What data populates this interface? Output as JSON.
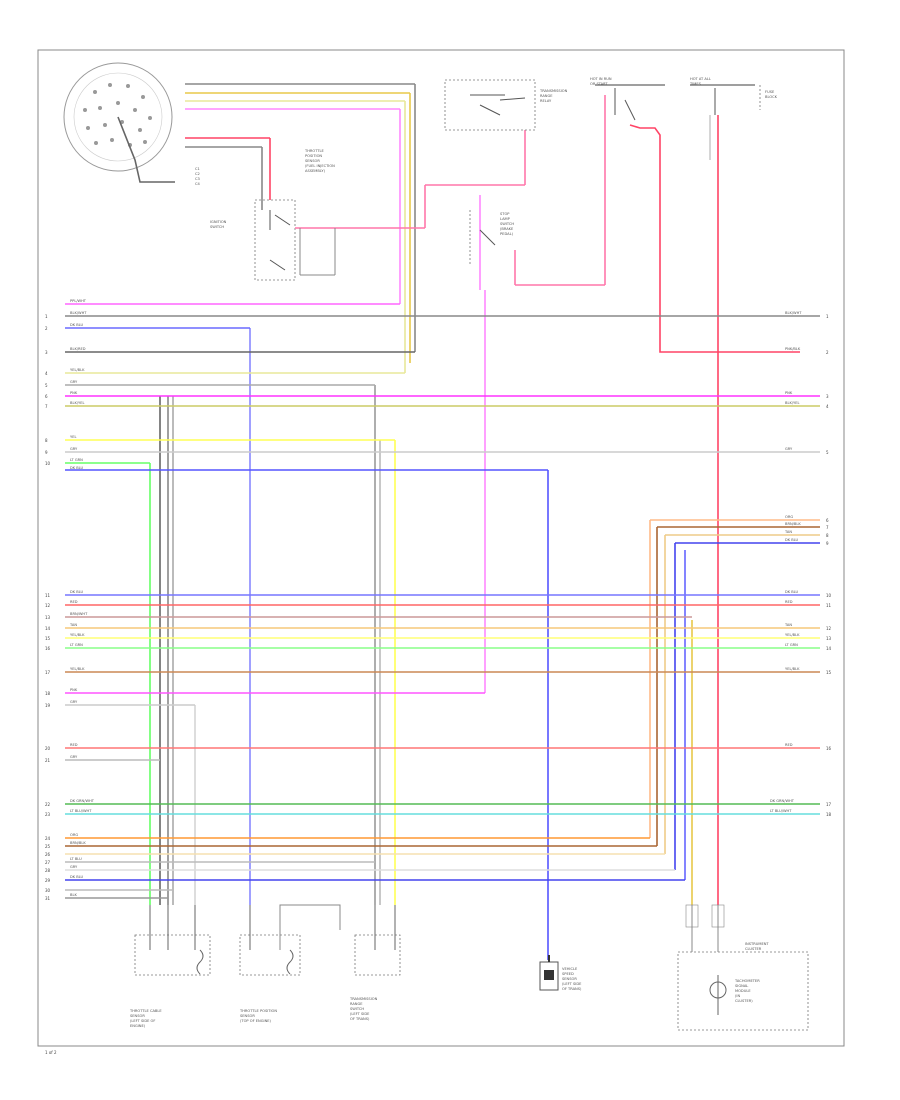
{
  "components": [
    {
      "key": "pcm_connector",
      "name": "PCM connector (round)",
      "lines": [
        "C1",
        "C2",
        "C3",
        "C4"
      ]
    },
    {
      "key": "ignition_switch",
      "lines": [
        "IGNITION",
        "SWITCH"
      ]
    },
    {
      "key": "fuse_left",
      "lines": [
        "HOT IN RUN",
        "OR START"
      ]
    },
    {
      "key": "fuse_right",
      "lines": [
        "HOT AT ALL",
        "TIMES"
      ]
    },
    {
      "key": "fuse_block",
      "lines": [
        "FUSE",
        "BLOCK"
      ]
    },
    {
      "key": "brake_switch",
      "lines": [
        "STOP",
        "LAMP",
        "SWITCH",
        "(BRAKE",
        "PEDAL)"
      ]
    },
    {
      "key": "transmission_relay",
      "lines": [
        "TRANSMISSION",
        "RANGE",
        "RELAY"
      ]
    },
    {
      "key": "throttle_switch",
      "lines": [
        "THROTTLE",
        "POSITION",
        "SENSOR",
        "(FUEL INJECTION",
        "ASSEMBLY)"
      ]
    },
    {
      "key": "instrument_cluster",
      "lines": [
        "INSTRUMENT",
        "CLUSTER"
      ]
    },
    {
      "key": "sensor_left",
      "lines": [
        "THROTTLE CABLE",
        "SENSOR",
        "(LEFT SIDE OF",
        "ENGINE)"
      ]
    },
    {
      "key": "sensor_mid",
      "lines": [
        "THROTTLE POSITION",
        "SENSOR",
        "(TOP OF ENGINE)"
      ]
    },
    {
      "key": "sensor_right",
      "lines": [
        "TRANSMISSION",
        "RANGE",
        "SWITCH",
        "(LEFT SIDE",
        "OF TRANS)"
      ]
    },
    {
      "key": "vss",
      "lines": [
        "VEHICLE",
        "SPEED",
        "SENSOR",
        "(LEFT SIDE",
        "OF TRANS)"
      ]
    },
    {
      "key": "tach_module",
      "lines": [
        "TACHOMETER",
        "SIGNAL",
        "MODULE",
        "(IN",
        "CLUSTER)"
      ]
    }
  ],
  "wires_left": [
    {
      "label": "PPL/WHT",
      "color": "#ff66ff"
    },
    {
      "label": "BLK/WHT",
      "color": "#888888"
    },
    {
      "label": "DK BLU",
      "color": "#6a6aff"
    },
    {
      "label": "BLK/RED",
      "color": "#666666"
    },
    {
      "label": "YEL/BLK",
      "color": "#e8e89a"
    },
    {
      "label": "GRY",
      "color": "#aaaaaa"
    },
    {
      "label": "PNK",
      "color": "#ff33ff"
    },
    {
      "label": "BLK/YEL",
      "color": "#cccc66"
    },
    {
      "label": "YEL",
      "color": "#ffff55"
    },
    {
      "label": "GRY",
      "color": "#bbbbbb"
    },
    {
      "label": "LT GRN",
      "color": "#66ff66"
    },
    {
      "label": "DK BLU",
      "color": "#5555ff"
    },
    {
      "label": "DK BLU",
      "color": "#7777ff"
    },
    {
      "label": "RED",
      "color": "#ff6666"
    },
    {
      "label": "BRN/WHT",
      "color": "#cc9999"
    },
    {
      "label": "TAN",
      "color": "#f5c87a"
    },
    {
      "label": "YEL/BLK",
      "color": "#ffff77"
    },
    {
      "label": "LT GRN",
      "color": "#88ff88"
    },
    {
      "label": "YEL/BLK",
      "color": "#cc8855"
    },
    {
      "label": "PNK",
      "color": "#ff55ff"
    },
    {
      "label": "GRY",
      "color": "#cccccc"
    },
    {
      "label": "RED",
      "color": "#ff7777"
    },
    {
      "label": "GRY",
      "color": "#bbbbbb"
    },
    {
      "label": "DK GRN/WHT",
      "color": "#55bb55"
    },
    {
      "label": "LT BLU/WHT",
      "color": "#66dddd"
    },
    {
      "label": "ORG",
      "color": "#ff9933"
    },
    {
      "label": "BRN/BLK",
      "color": "#aa6633"
    },
    {
      "label": "LT BLU",
      "color": "#88aaff"
    },
    {
      "label": "GRY",
      "color": "#999999"
    },
    {
      "label": "DK BLU",
      "color": "#4444ee"
    },
    {
      "label": "BLK",
      "color": "#888888"
    }
  ],
  "wires_right": [
    {
      "label": "BLK/WHT",
      "color": "#999999"
    },
    {
      "label": "PNK/BLK",
      "color": "#ff77aa"
    },
    {
      "label": "PNK",
      "color": "#ff33ff"
    },
    {
      "label": "BLK/YEL",
      "color": "#cccc66"
    },
    {
      "label": "GRY",
      "color": "#cccccc"
    },
    {
      "label": "ORG",
      "color": "#ffbb88"
    },
    {
      "label": "BRN/BLK",
      "color": "#aa6633"
    },
    {
      "label": "TAN",
      "color": "#eecc88"
    },
    {
      "label": "DK BLU",
      "color": "#4444ee"
    },
    {
      "label": "DK BLU",
      "color": "#6666ff"
    },
    {
      "label": "RED",
      "color": "#ff6666"
    },
    {
      "label": "TAN",
      "color": "#f5c87a"
    },
    {
      "label": "YEL/BLK",
      "color": "#ffff77"
    },
    {
      "label": "LT GRN",
      "color": "#88ff88"
    },
    {
      "label": "YEL/BLK",
      "color": "#cc8855"
    },
    {
      "label": "RED",
      "color": "#ff7777"
    },
    {
      "label": "DK GRN/WHT",
      "color": "#55bb55"
    },
    {
      "label": "LT BLU/WHT",
      "color": "#66dddd"
    }
  ],
  "pin_numbers": [
    "1",
    "2",
    "3",
    "4",
    "5",
    "6",
    "7",
    "8",
    "9",
    "10",
    "11",
    "12",
    "13",
    "14",
    "15",
    "16",
    "17",
    "18",
    "19",
    "20",
    "21",
    "22",
    "23",
    "24",
    "25",
    "26",
    "27",
    "28",
    "29",
    "30",
    "31"
  ],
  "page_number": "1 of 2"
}
